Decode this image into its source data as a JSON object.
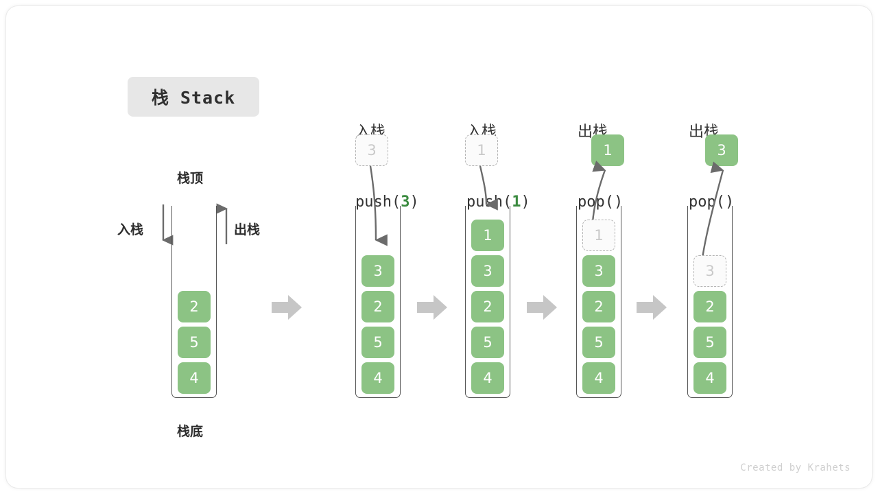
{
  "title_badge": {
    "label": "栈 Stack"
  },
  "labels": {
    "top": "栈顶",
    "bottom": "栈底",
    "push_side": "入栈",
    "pop_side": "出栈"
  },
  "footer": {
    "credit": "Created by Krahets"
  },
  "colors": {
    "cell_fill": "#8cc384",
    "cell_text": "#ffffff",
    "ghost_border": "#b4b4b4",
    "ghost_text": "#c9c9c9",
    "accent_number": "#3a8a3f",
    "arrow": "#6b6b6b",
    "block_arrow": "#c6c6c6",
    "badge_bg": "#e7e7e7",
    "container_stroke": "#555555"
  },
  "panels": [
    {
      "id": "initial",
      "op_line1": "",
      "op_line2": "",
      "op_arg": "",
      "stack": [
        "2",
        "5",
        "4"
      ],
      "ghost": null,
      "result": null
    },
    {
      "id": "push-3",
      "op_line1": "入栈",
      "op_line2_prefix": "push(",
      "op_arg": "3",
      "op_line2_suffix": ")",
      "stack": [
        "3",
        "2",
        "5",
        "4"
      ],
      "ghost": {
        "value": "3",
        "position": "above"
      },
      "result": null
    },
    {
      "id": "push-1",
      "op_line1": "入栈",
      "op_line2_prefix": "push(",
      "op_arg": "1",
      "op_line2_suffix": ")",
      "stack": [
        "1",
        "3",
        "2",
        "5",
        "4"
      ],
      "ghost": {
        "value": "1",
        "position": "above"
      },
      "result": null
    },
    {
      "id": "pop-1",
      "op_line1": "出栈",
      "op_line2_prefix": "pop(",
      "op_arg": "",
      "op_line2_suffix": ")",
      "stack": [
        "3",
        "2",
        "5",
        "4"
      ],
      "ghost": {
        "value": "1",
        "position": "in-stack-top"
      },
      "result": {
        "value": "1"
      }
    },
    {
      "id": "pop-3",
      "op_line1": "出栈",
      "op_line2_prefix": "pop(",
      "op_arg": "",
      "op_line2_suffix": ")",
      "stack": [
        "2",
        "5",
        "4"
      ],
      "ghost": {
        "value": "3",
        "position": "in-stack-top"
      },
      "result": {
        "value": "3"
      }
    }
  ]
}
